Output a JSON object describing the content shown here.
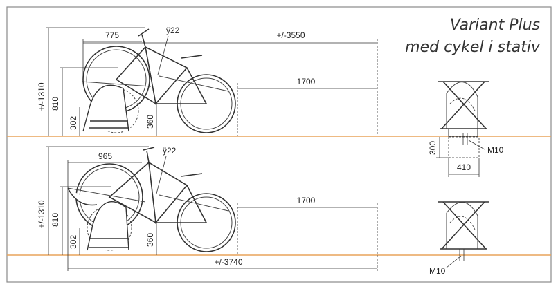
{
  "title": {
    "line1": "Variant Plus",
    "line2": "med cykel i stativ"
  },
  "colors": {
    "ground": "#e9a45a",
    "frame": "#8a8a8a",
    "lines": "#333333"
  },
  "top": {
    "height_total": "+/-1310",
    "height_810": "810",
    "height_302": "302",
    "height_360": "360",
    "width_775": "775",
    "tube": "ÿ22",
    "length_total": "+/-3550",
    "length_1700": "1700"
  },
  "bottom": {
    "height_total": "+/-1310",
    "height_810": "810",
    "height_302": "302",
    "height_360": "360",
    "width_965": "965",
    "tube": "ÿ22",
    "length_1700": "1700",
    "length_total": "+/-3740"
  },
  "side": {
    "depth_300": "300",
    "width_410": "410",
    "bolt_top": "M10",
    "bolt_bottom": "M10"
  }
}
